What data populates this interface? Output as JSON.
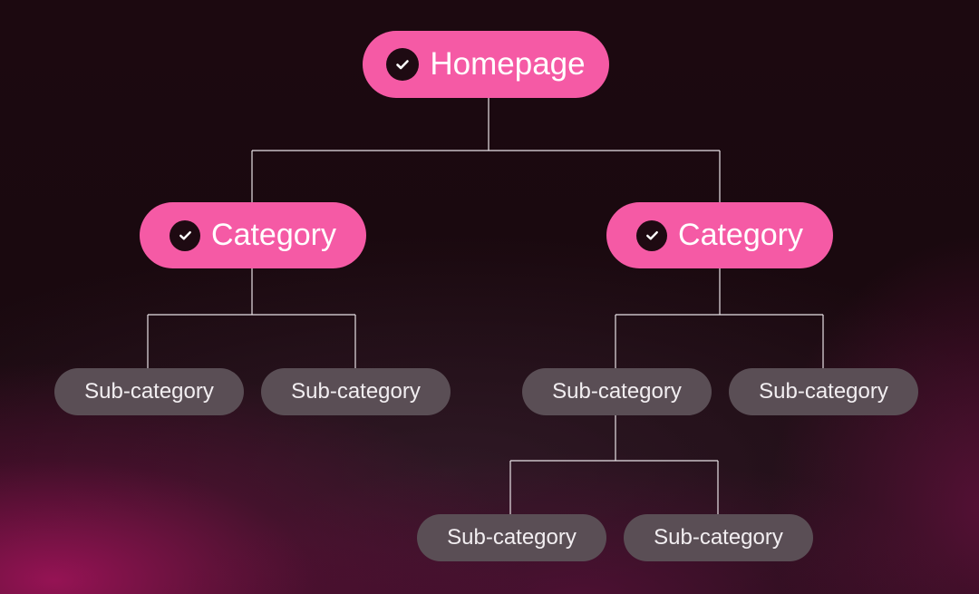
{
  "root": {
    "label": "Homepage",
    "icon": "check-circle-icon"
  },
  "categories": [
    {
      "label": "Category",
      "icon": "check-circle-icon"
    },
    {
      "label": "Category",
      "icon": "check-circle-icon"
    }
  ],
  "subcategories": [
    {
      "label": "Sub-category"
    },
    {
      "label": "Sub-category"
    },
    {
      "label": "Sub-category"
    },
    {
      "label": "Sub-category"
    },
    {
      "label": "Sub-category"
    },
    {
      "label": "Sub-category"
    }
  ],
  "colors": {
    "background": "#1a090f",
    "primary_node": "#f55aa5",
    "secondary_node": "#5a4e55",
    "connector": "#e8e2e6",
    "check_badge": "#1e0a12"
  }
}
